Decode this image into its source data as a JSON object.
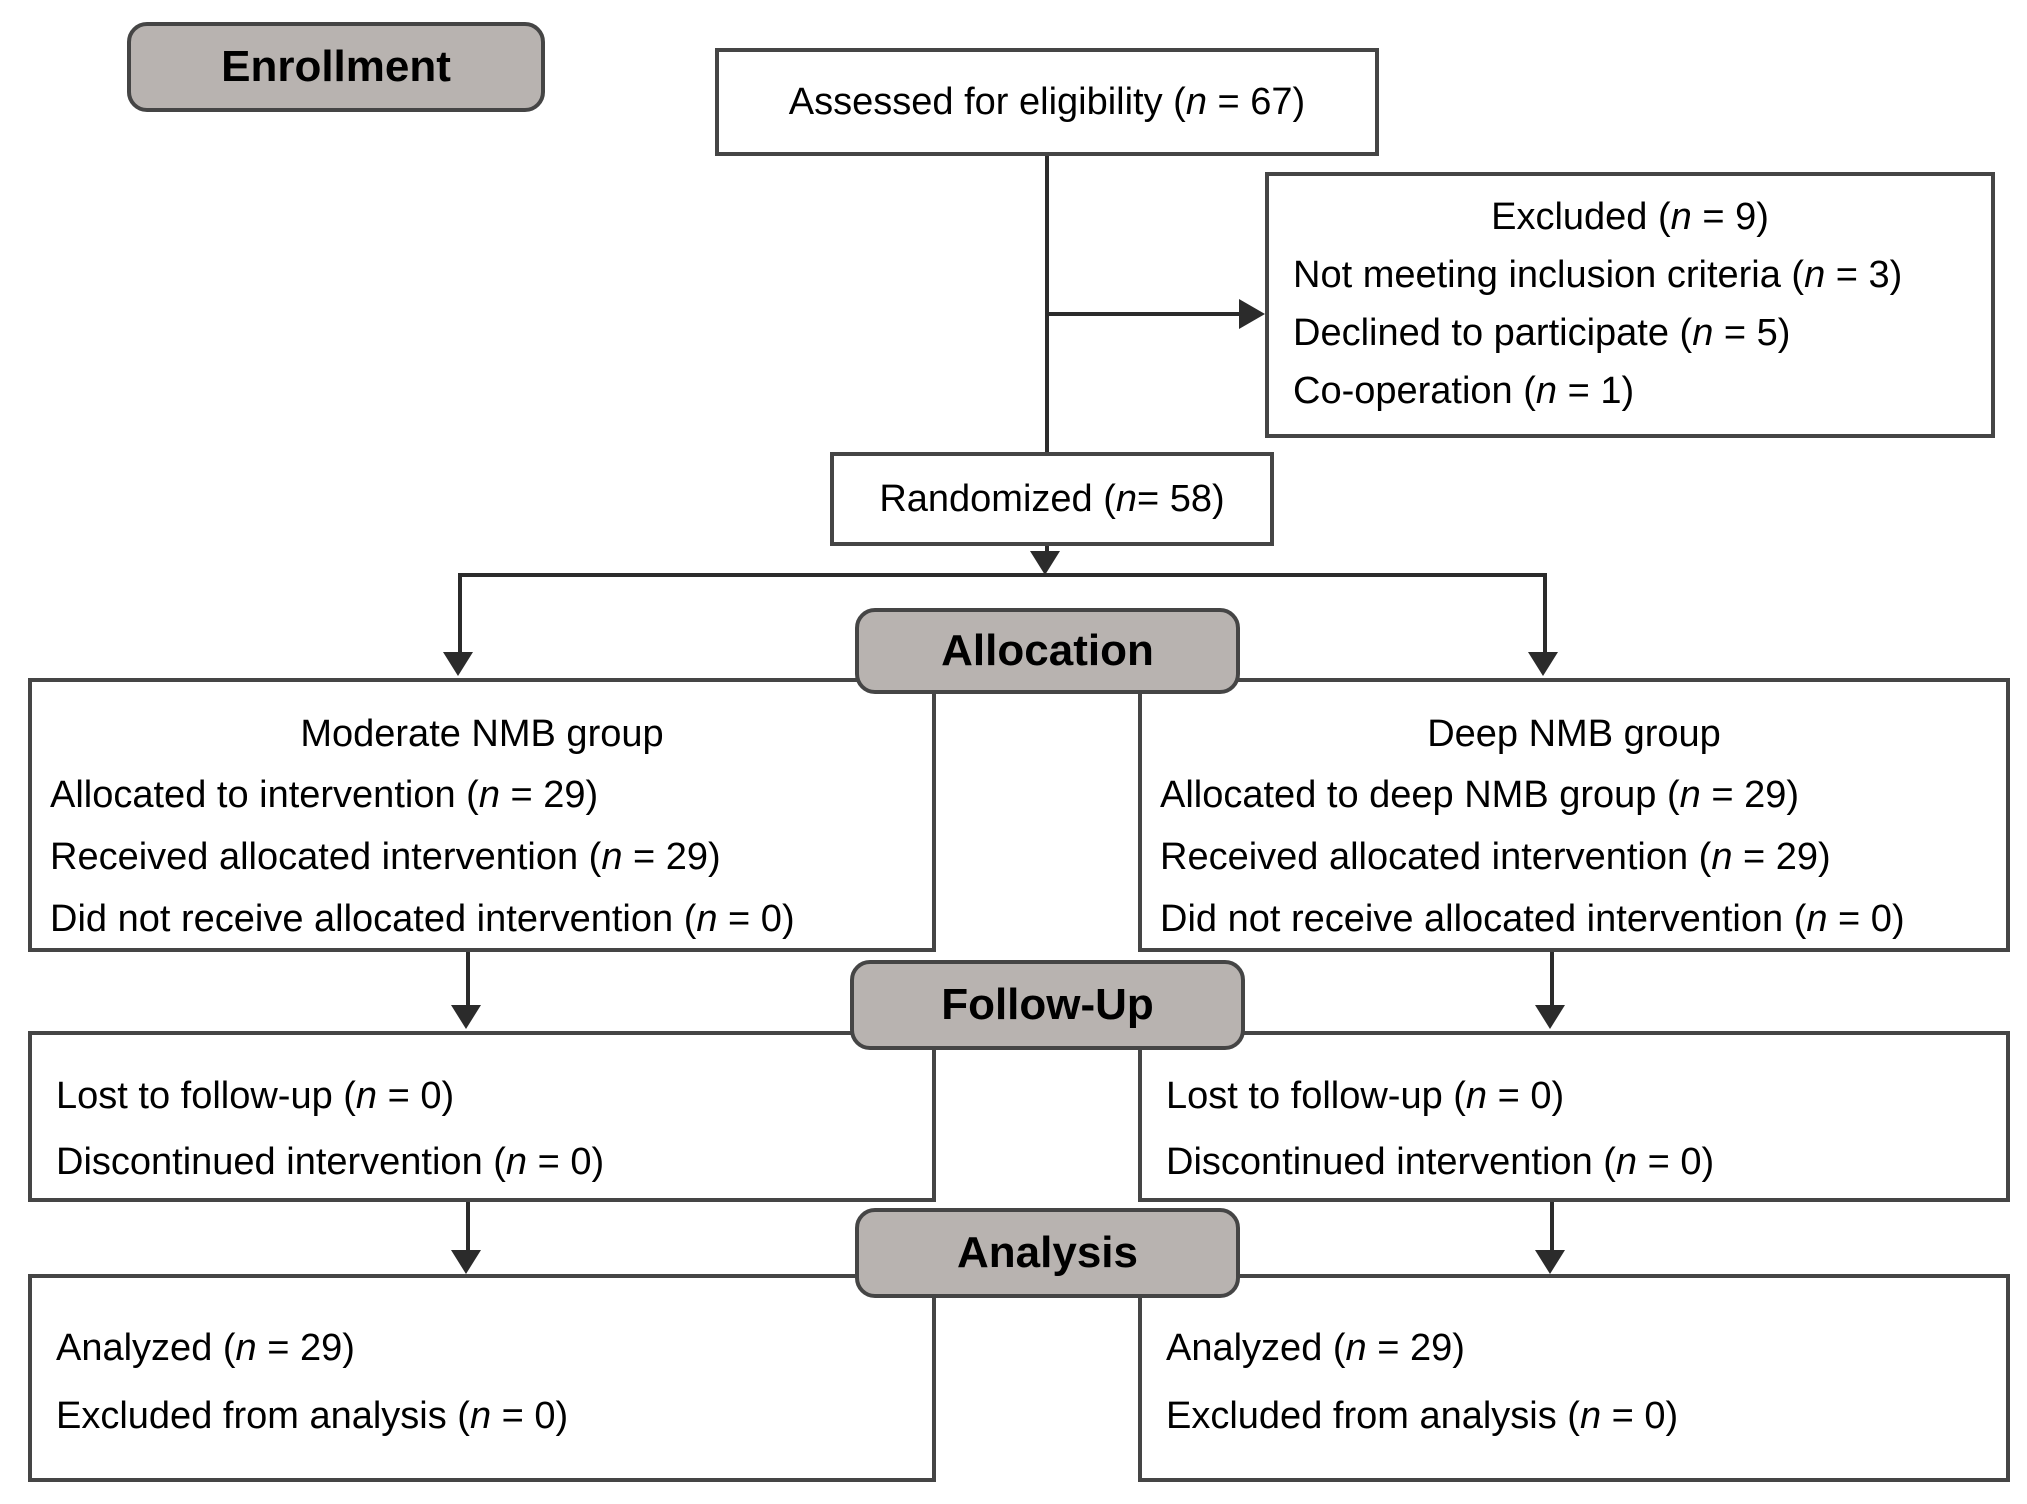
{
  "diagram": {
    "stages": {
      "enrollment": "Enrollment",
      "allocation": "Allocation",
      "followup": "Follow-Up",
      "analysis": "Analysis"
    },
    "eligibility": {
      "text": "Assessed for eligibility (n = 67)"
    },
    "excluded": {
      "title": "Excluded (n = 9)",
      "reasons": [
        "Not meeting inclusion criteria (n = 3)",
        "Declined to participate (n = 5)",
        "Co-operation (n = 1)"
      ]
    },
    "randomized": {
      "text": "Randomized (n= 58)"
    },
    "groups": {
      "moderate": {
        "allocation": {
          "title": "Moderate NMB group",
          "lines": [
            "Allocated to intervention (n = 29)",
            "Received allocated intervention (n = 29)",
            "Did not receive allocated intervention (n = 0)"
          ]
        },
        "followup": {
          "lines": [
            "Lost to follow-up (n = 0)",
            "Discontinued intervention (n = 0)"
          ]
        },
        "analysis": {
          "lines": [
            "Analyzed (n = 29)",
            "Excluded from analysis (n = 0)"
          ]
        }
      },
      "deep": {
        "allocation": {
          "title": "Deep NMB group",
          "lines": [
            "Allocated to deep NMB group (n = 29)",
            "Received allocated intervention (n = 29)",
            "Did not receive allocated intervention (n = 0)"
          ]
        },
        "followup": {
          "lines": [
            "Lost to follow-up (n = 0)",
            "Discontinued intervention (n = 0)"
          ]
        },
        "analysis": {
          "lines": [
            "Analyzed (n = 29)",
            "Excluded from analysis (n = 0)"
          ]
        }
      }
    },
    "colors": {
      "label_fill": "#b8b3b0",
      "box_border": "#454545",
      "connector": "#2b2b2b",
      "text": "#000000"
    }
  }
}
